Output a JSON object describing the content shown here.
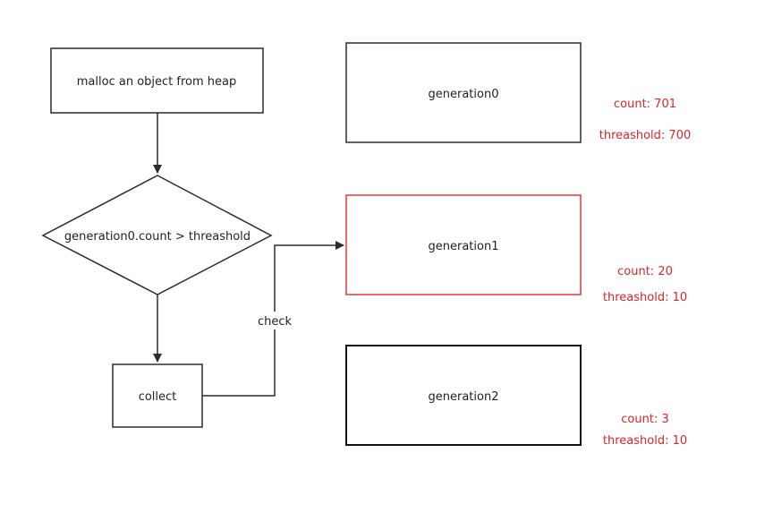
{
  "flow": {
    "start": {
      "label": "malloc an object from heap"
    },
    "decision": {
      "label": "generation0.count > threashold"
    },
    "collect": {
      "label": "collect"
    },
    "edge_label": "check"
  },
  "generations": [
    {
      "name": "generation0",
      "count": "count: 701",
      "threshold": "threashold: 700",
      "highlighted": false
    },
    {
      "name": "generation1",
      "count": "count: 20",
      "threshold": "threashold: 10",
      "highlighted": true
    },
    {
      "name": "generation2",
      "count": "count: 3",
      "threshold": "threashold: 10",
      "highlighted": false
    }
  ],
  "colors": {
    "stroke": "#2b2b2b",
    "highlight": "#e53935",
    "stat_text": "#d9262a"
  }
}
